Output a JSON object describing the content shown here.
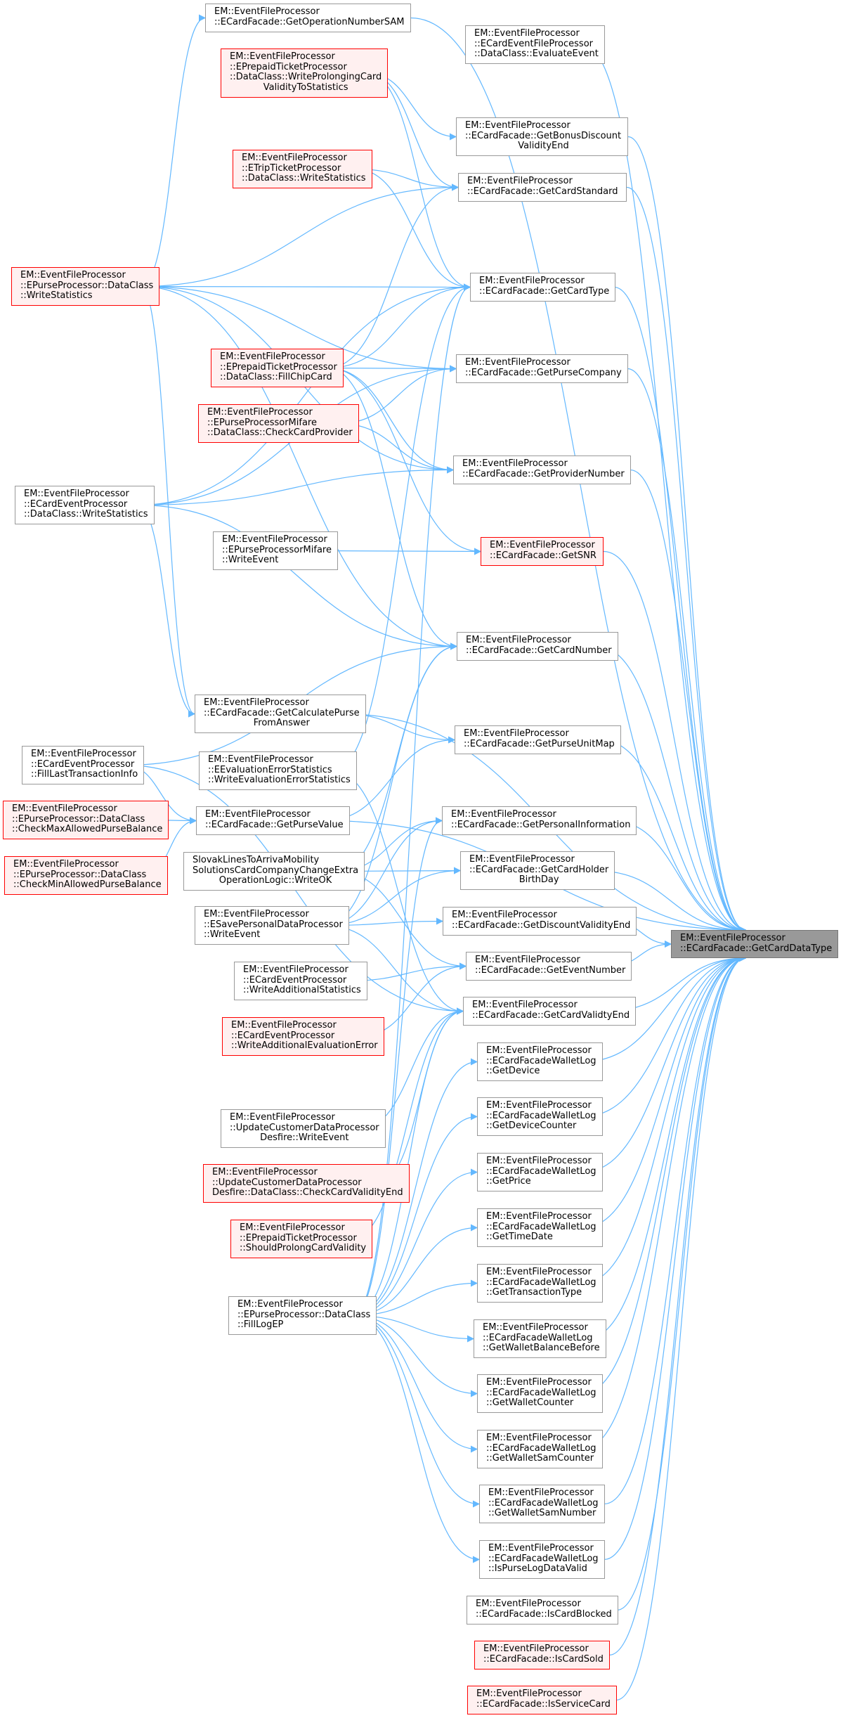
{
  "graph": {
    "edge_color": "#63b8ff",
    "node_border_default": "#999999",
    "node_border_highlight": "#ff0000",
    "node_fill_highlight": "#fff0f0",
    "root_fill": "#999999",
    "root": {
      "id": "root",
      "lines": [
        "EM::EventFileProcessor",
        "::ECardFacade::GetCardDataType"
      ]
    },
    "nodes": [
      {
        "id": "opnumsam",
        "style": "normal",
        "lines": [
          "EM::EventFileProcessor",
          "::ECardFacade::GetOperationNumberSAM"
        ]
      },
      {
        "id": "evaluateEvent",
        "style": "normal",
        "lines": [
          "EM::EventFileProcessor",
          "::ECardEventFileProcessor",
          "::DataClass::EvaluateEvent"
        ]
      },
      {
        "id": "writeProlonging",
        "style": "red",
        "lines": [
          "EM::EventFileProcessor",
          "::EPrepaidTicketProcessor",
          "::DataClass::WriteProlongingCard",
          "ValidityToStatistics"
        ]
      },
      {
        "id": "bonusDiscount",
        "style": "normal",
        "lines": [
          "EM::EventFileProcessor",
          "::ECardFacade::GetBonusDiscount",
          "ValidityEnd"
        ]
      },
      {
        "id": "tripWriteStats",
        "style": "red",
        "lines": [
          "EM::EventFileProcessor",
          "::ETripTicketProcessor",
          "::DataClass::WriteStatistics"
        ]
      },
      {
        "id": "cardStandard",
        "style": "normal",
        "lines": [
          "EM::EventFileProcessor",
          "::ECardFacade::GetCardStandard"
        ]
      },
      {
        "id": "purseWriteStats",
        "style": "red",
        "lines": [
          "EM::EventFileProcessor",
          "::EPurseProcessor::DataClass",
          "::WriteStatistics"
        ]
      },
      {
        "id": "cardType",
        "style": "normal",
        "lines": [
          "EM::EventFileProcessor",
          "::ECardFacade::GetCardType"
        ]
      },
      {
        "id": "fillChipCard",
        "style": "red",
        "lines": [
          "EM::EventFileProcessor",
          "::EPrepaidTicketProcessor",
          "::DataClass::FillChipCard"
        ]
      },
      {
        "id": "purseCompany",
        "style": "normal",
        "lines": [
          "EM::EventFileProcessor",
          "::ECardFacade::GetPurseCompany"
        ]
      },
      {
        "id": "checkCardProvider",
        "style": "red",
        "lines": [
          "EM::EventFileProcessor",
          "::EPurseProcessorMifare",
          "::DataClass::CheckCardProvider"
        ]
      },
      {
        "id": "ecardEventWriteStats",
        "style": "normal",
        "lines": [
          "EM::EventFileProcessor",
          "::ECardEventProcessor",
          "::DataClass::WriteStatistics"
        ]
      },
      {
        "id": "providerNumber",
        "style": "normal",
        "lines": [
          "EM::EventFileProcessor",
          "::ECardFacade::GetProviderNumber"
        ]
      },
      {
        "id": "mifareWriteEvent",
        "style": "normal",
        "lines": [
          "EM::EventFileProcessor",
          "::EPurseProcessorMifare",
          "::WriteEvent"
        ]
      },
      {
        "id": "getSNR",
        "style": "red",
        "lines": [
          "EM::EventFileProcessor",
          "::ECardFacade::GetSNR"
        ]
      },
      {
        "id": "cardNumber",
        "style": "normal",
        "lines": [
          "EM::EventFileProcessor",
          "::ECardFacade::GetCardNumber"
        ]
      },
      {
        "id": "calcPurse",
        "style": "normal",
        "lines": [
          "EM::EventFileProcessor",
          "::ECardFacade::GetCalculatePurse",
          "FromAnswer"
        ]
      },
      {
        "id": "fillLastTx",
        "style": "normal",
        "lines": [
          "EM::EventFileProcessor",
          "::ECardEventProcessor",
          "::FillLastTransactionInfo"
        ]
      },
      {
        "id": "evalErrStats",
        "style": "normal",
        "lines": [
          "EM::EventFileProcessor",
          "::EEvaluationErrorStatistics",
          "::WriteEvaluationErrorStatistics"
        ]
      },
      {
        "id": "purseUnitMap",
        "style": "normal",
        "lines": [
          "EM::EventFileProcessor",
          "::ECardFacade::GetPurseUnitMap"
        ]
      },
      {
        "id": "checkMaxPurse",
        "style": "red",
        "lines": [
          "EM::EventFileProcessor",
          "::EPurseProcessor::DataClass",
          "::CheckMaxAllowedPurseBalance"
        ]
      },
      {
        "id": "purseValue",
        "style": "normal",
        "lines": [
          "EM::EventFileProcessor",
          "::ECardFacade::GetPurseValue"
        ]
      },
      {
        "id": "personalInfo",
        "style": "normal",
        "lines": [
          "EM::EventFileProcessor",
          "::ECardFacade::GetPersonalInformation"
        ]
      },
      {
        "id": "checkMinPurse",
        "style": "red",
        "lines": [
          "EM::EventFileProcessor",
          "::EPurseProcessor::DataClass",
          "::CheckMinAllowedPurseBalance"
        ]
      },
      {
        "id": "slovakLines",
        "style": "normal",
        "lines": [
          "SlovakLinesToArrivaMobility",
          "SolutionsCardCompanyChangeExtra",
          "OperationLogic::WriteOK"
        ]
      },
      {
        "id": "holderBirthDay",
        "style": "normal",
        "lines": [
          "EM::EventFileProcessor",
          "::ECardFacade::GetCardHolder",
          "BirthDay"
        ]
      },
      {
        "id": "savePersonal",
        "style": "normal",
        "lines": [
          "EM::EventFileProcessor",
          "::ESavePersonalDataProcessor",
          "::WriteEvent"
        ]
      },
      {
        "id": "discountValidityEnd",
        "style": "normal",
        "lines": [
          "EM::EventFileProcessor",
          "::ECardFacade::GetDiscountValidityEnd"
        ]
      },
      {
        "id": "writeAddStats",
        "style": "normal",
        "lines": [
          "EM::EventFileProcessor",
          "::ECardEventProcessor",
          "::WriteAdditionalStatistics"
        ]
      },
      {
        "id": "eventNumber",
        "style": "normal",
        "lines": [
          "EM::EventFileProcessor",
          "::ECardFacade::GetEventNumber"
        ]
      },
      {
        "id": "writeAddEvalErr",
        "style": "red",
        "lines": [
          "EM::EventFileProcessor",
          "::ECardEventProcessor",
          "::WriteAdditionalEvaluationError"
        ]
      },
      {
        "id": "cardValidityEnd",
        "style": "normal",
        "lines": [
          "EM::EventFileProcessor",
          "::ECardFacade::GetCardValidtyEnd"
        ]
      },
      {
        "id": "wlGetDevice",
        "style": "normal",
        "lines": [
          "EM::EventFileProcessor",
          "::ECardFacadeWalletLog",
          "::GetDevice"
        ]
      },
      {
        "id": "updCustWrite",
        "style": "normal",
        "lines": [
          "EM::EventFileProcessor",
          "::UpdateCustomerDataProcessor",
          "Desfire::WriteEvent"
        ]
      },
      {
        "id": "wlDeviceCounter",
        "style": "normal",
        "lines": [
          "EM::EventFileProcessor",
          "::ECardFacadeWalletLog",
          "::GetDeviceCounter"
        ]
      },
      {
        "id": "updCustCheck",
        "style": "red",
        "lines": [
          "EM::EventFileProcessor",
          "::UpdateCustomerDataProcessor",
          "Desfire::DataClass::CheckCardValidityEnd"
        ]
      },
      {
        "id": "wlPrice",
        "style": "normal",
        "lines": [
          "EM::EventFileProcessor",
          "::ECardFacadeWalletLog",
          "::GetPrice"
        ]
      },
      {
        "id": "shouldProlong",
        "style": "red",
        "lines": [
          "EM::EventFileProcessor",
          "::EPrepaidTicketProcessor",
          "::ShouldProlongCardValidity"
        ]
      },
      {
        "id": "wlTimeDate",
        "style": "normal",
        "lines": [
          "EM::EventFileProcessor",
          "::ECardFacadeWalletLog",
          "::GetTimeDate"
        ]
      },
      {
        "id": "wlTxType",
        "style": "normal",
        "lines": [
          "EM::EventFileProcessor",
          "::ECardFacadeWalletLog",
          "::GetTransactionType"
        ]
      },
      {
        "id": "fillLogEP",
        "style": "normal",
        "lines": [
          "EM::EventFileProcessor",
          "::EPurseProcessor::DataClass",
          "::FillLogEP"
        ]
      },
      {
        "id": "wlBalanceBefore",
        "style": "normal",
        "lines": [
          "EM::EventFileProcessor",
          "::ECardFacadeWalletLog",
          "::GetWalletBalanceBefore"
        ]
      },
      {
        "id": "wlWalletCounter",
        "style": "normal",
        "lines": [
          "EM::EventFileProcessor",
          "::ECardFacadeWalletLog",
          "::GetWalletCounter"
        ]
      },
      {
        "id": "wlSamCounter",
        "style": "normal",
        "lines": [
          "EM::EventFileProcessor",
          "::ECardFacadeWalletLog",
          "::GetWalletSamCounter"
        ]
      },
      {
        "id": "wlSamNumber",
        "style": "normal",
        "lines": [
          "EM::EventFileProcessor",
          "::ECardFacadeWalletLog",
          "::GetWalletSamNumber"
        ]
      },
      {
        "id": "wlIsPurseLogValid",
        "style": "normal",
        "lines": [
          "EM::EventFileProcessor",
          "::ECardFacadeWalletLog",
          "::IsPurseLogDataValid"
        ]
      },
      {
        "id": "isCardBlocked",
        "style": "normal",
        "lines": [
          "EM::EventFileProcessor",
          "::ECardFacade::IsCardBlocked"
        ]
      },
      {
        "id": "isCardSold",
        "style": "red",
        "lines": [
          "EM::EventFileProcessor",
          "::ECardFacade::IsCardSold"
        ]
      },
      {
        "id": "isServiceCard",
        "style": "red",
        "lines": [
          "EM::EventFileProcessor",
          "::ECardFacade::IsServiceCard"
        ]
      }
    ],
    "edges": [
      [
        "opnumsam",
        "root"
      ],
      [
        "evaluateEvent",
        "root"
      ],
      [
        "bonusDiscount",
        "root"
      ],
      [
        "cardStandard",
        "root"
      ],
      [
        "cardType",
        "root"
      ],
      [
        "purseCompany",
        "root"
      ],
      [
        "providerNumber",
        "root"
      ],
      [
        "getSNR",
        "root"
      ],
      [
        "cardNumber",
        "root"
      ],
      [
        "calcPurse",
        "root"
      ],
      [
        "purseUnitMap",
        "root"
      ],
      [
        "purseValue",
        "root"
      ],
      [
        "personalInfo",
        "root"
      ],
      [
        "holderBirthDay",
        "root"
      ],
      [
        "discountValidityEnd",
        "root"
      ],
      [
        "eventNumber",
        "root"
      ],
      [
        "cardValidityEnd",
        "root"
      ],
      [
        "wlGetDevice",
        "root"
      ],
      [
        "wlDeviceCounter",
        "root"
      ],
      [
        "wlPrice",
        "root"
      ],
      [
        "wlTimeDate",
        "root"
      ],
      [
        "wlTxType",
        "root"
      ],
      [
        "wlBalanceBefore",
        "root"
      ],
      [
        "wlWalletCounter",
        "root"
      ],
      [
        "wlSamCounter",
        "root"
      ],
      [
        "wlSamNumber",
        "root"
      ],
      [
        "wlIsPurseLogValid",
        "root"
      ],
      [
        "isCardBlocked",
        "root"
      ],
      [
        "isCardSold",
        "root"
      ],
      [
        "isServiceCard",
        "root"
      ],
      [
        "purseWriteStats",
        "opnumsam"
      ],
      [
        "purseWriteStats",
        "cardStandard"
      ],
      [
        "purseWriteStats",
        "cardType"
      ],
      [
        "purseWriteStats",
        "purseCompany"
      ],
      [
        "purseWriteStats",
        "providerNumber"
      ],
      [
        "purseWriteStats",
        "cardNumber"
      ],
      [
        "purseWriteStats",
        "calcPurse"
      ],
      [
        "writeProlonging",
        "bonusDiscount"
      ],
      [
        "writeProlonging",
        "cardStandard"
      ],
      [
        "writeProlonging",
        "cardType"
      ],
      [
        "tripWriteStats",
        "cardStandard"
      ],
      [
        "tripWriteStats",
        "cardType"
      ],
      [
        "fillChipCard",
        "cardStandard"
      ],
      [
        "fillChipCard",
        "cardType"
      ],
      [
        "fillChipCard",
        "purseCompany"
      ],
      [
        "fillChipCard",
        "providerNumber"
      ],
      [
        "fillChipCard",
        "getSNR"
      ],
      [
        "fillChipCard",
        "cardNumber"
      ],
      [
        "checkCardProvider",
        "purseCompany"
      ],
      [
        "checkCardProvider",
        "providerNumber"
      ],
      [
        "ecardEventWriteStats",
        "cardType"
      ],
      [
        "ecardEventWriteStats",
        "purseCompany"
      ],
      [
        "ecardEventWriteStats",
        "providerNumber"
      ],
      [
        "ecardEventWriteStats",
        "cardNumber"
      ],
      [
        "ecardEventWriteStats",
        "calcPurse"
      ],
      [
        "mifareWriteEvent",
        "getSNR"
      ],
      [
        "fillLastTx",
        "cardNumber"
      ],
      [
        "fillLastTx",
        "purseValue"
      ],
      [
        "fillLastTx",
        "cardValidityEnd"
      ],
      [
        "evalErrStats",
        "cardType"
      ],
      [
        "evalErrStats",
        "cardValidityEnd"
      ],
      [
        "calcPurse",
        "purseUnitMap"
      ],
      [
        "purseValue",
        "purseUnitMap"
      ],
      [
        "checkMaxPurse",
        "purseValue"
      ],
      [
        "checkMinPurse",
        "purseValue"
      ],
      [
        "slovakLines",
        "cardNumber"
      ],
      [
        "slovakLines",
        "personalInfo"
      ],
      [
        "slovakLines",
        "holderBirthDay"
      ],
      [
        "slovakLines",
        "eventNumber"
      ],
      [
        "savePersonal",
        "personalInfo"
      ],
      [
        "savePersonal",
        "holderBirthDay"
      ],
      [
        "savePersonal",
        "discountValidityEnd"
      ],
      [
        "savePersonal",
        "cardNumber"
      ],
      [
        "savePersonal",
        "cardValidityEnd"
      ],
      [
        "writeAddStats",
        "eventNumber"
      ],
      [
        "writeAddEvalErr",
        "eventNumber"
      ],
      [
        "updCustWrite",
        "cardValidityEnd"
      ],
      [
        "updCustCheck",
        "cardValidityEnd"
      ],
      [
        "shouldProlong",
        "cardValidityEnd"
      ],
      [
        "fillLogEP",
        "cardValidityEnd"
      ],
      [
        "fillLogEP",
        "wlGetDevice"
      ],
      [
        "fillLogEP",
        "wlDeviceCounter"
      ],
      [
        "fillLogEP",
        "wlPrice"
      ],
      [
        "fillLogEP",
        "wlTimeDate"
      ],
      [
        "fillLogEP",
        "wlTxType"
      ],
      [
        "fillLogEP",
        "wlBalanceBefore"
      ],
      [
        "fillLogEP",
        "wlWalletCounter"
      ],
      [
        "fillLogEP",
        "wlSamCounter"
      ],
      [
        "fillLogEP",
        "wlSamNumber"
      ],
      [
        "fillLogEP",
        "wlIsPurseLogValid"
      ],
      [
        "fillLogEP",
        "cardType"
      ],
      [
        "fillLogEP",
        "personalInfo"
      ]
    ]
  }
}
